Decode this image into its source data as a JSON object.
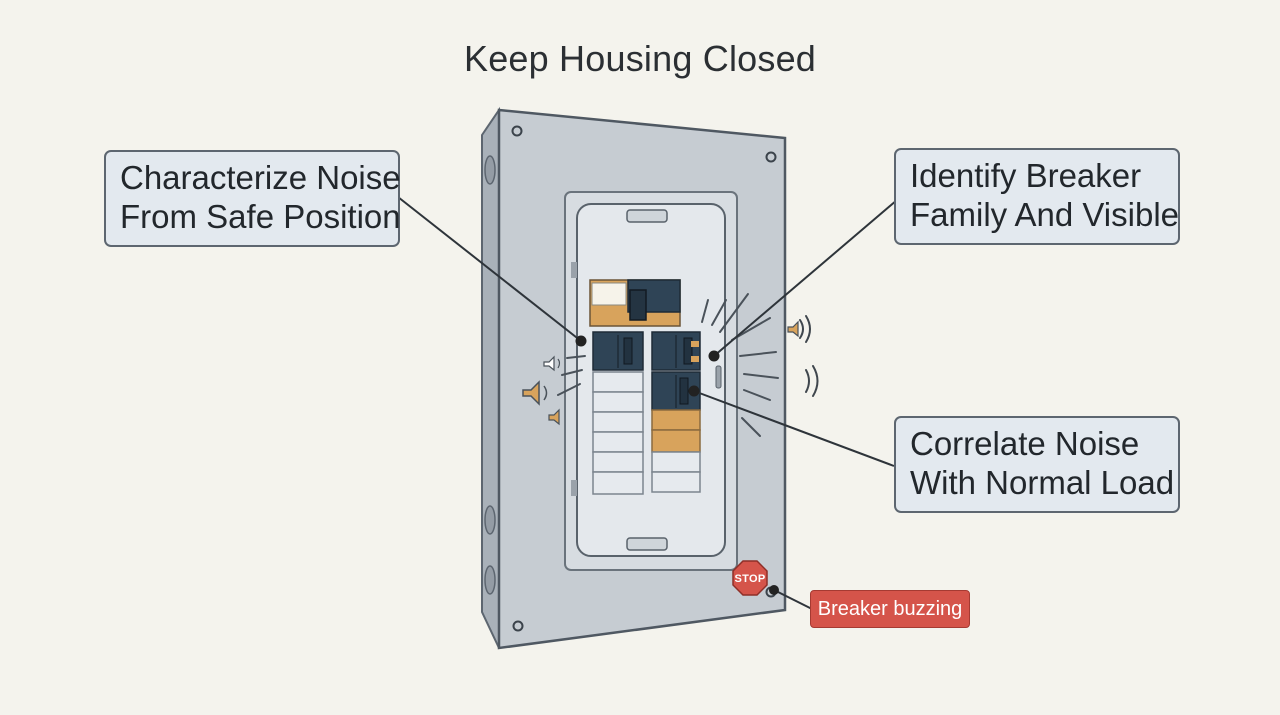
{
  "title": "Keep Housing Closed",
  "callouts": {
    "noise_position": {
      "line1": "Characterize Noise",
      "line2": "From Safe Position"
    },
    "identify_breaker": {
      "line1": "Identify Breaker",
      "line2": "Family And Visible"
    },
    "correlate_load": {
      "line1": "Correlate Noise",
      "line2": "With Normal Load"
    }
  },
  "stop_sign": {
    "text": "STOP",
    "color": "#d5544a"
  },
  "alert_tag": {
    "text": "Breaker buzzing",
    "color": "#d5544a"
  },
  "colors": {
    "background": "#f4f3ed",
    "panel": "#c6ccd2",
    "breaker_dark": "#2f4456",
    "breaker_accent": "#d8a35c",
    "callout_fill": "#e3e9ef"
  },
  "icons": [
    "speaker-icon",
    "sound-wave-icon",
    "stop-sign-icon"
  ]
}
